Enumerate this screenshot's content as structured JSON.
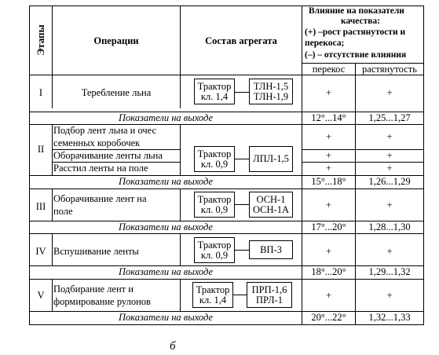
{
  "header": {
    "stages": "Этапы",
    "operations": "Операции",
    "unit": "Состав агрегата",
    "influence_lines": [
      "Влияние на показатели",
      "качества:",
      "(+) –рост растянутости и",
      "перекоса;",
      "(–) – отсутствие влияния"
    ],
    "skew": "перекос",
    "stretch": "растянутость"
  },
  "output_label": "Показатели на выходе",
  "stages": [
    {
      "stage": "I",
      "operations": [
        "Теребление льна"
      ],
      "tractor": [
        "Трактор",
        "кл. 1,4"
      ],
      "machine": [
        "ТЛН-1,5",
        "ТЛН-1,9"
      ],
      "marks": [
        [
          "+",
          "+"
        ]
      ],
      "output": {
        "skew": "12°...14°",
        "stretch": "1,25...1,27"
      }
    },
    {
      "stage": "II",
      "operations": [
        "Подбор лент льна и очес семенных коробочек",
        "Оборачивание ленты льна",
        "Расстил ленты на поле"
      ],
      "operation_lines": [
        [
          "Подбор лент льна и очес",
          "семенных коробочек"
        ],
        [
          "Оборачивание ленты льна"
        ],
        [
          "Расстил ленты на поле"
        ]
      ],
      "tractor": [
        "Трактор",
        "кл. 0,9"
      ],
      "machine": [
        "ЛПЛ-1,5"
      ],
      "marks": [
        [
          "+",
          "+"
        ],
        [
          "+",
          "+"
        ],
        [
          "+",
          "+"
        ]
      ],
      "output": {
        "skew": "15°...18°",
        "stretch": "1,26...1,29"
      }
    },
    {
      "stage": "III",
      "operation_lines": [
        [
          "Оборачивание лент на",
          "поле"
        ]
      ],
      "tractor": [
        "Трактор",
        "кл. 0,9"
      ],
      "machine": [
        "ОСН-1",
        "ОСН-1А"
      ],
      "marks": [
        [
          "+",
          "+"
        ]
      ],
      "output": {
        "skew": "17°...20°",
        "stretch": "1,28...1,30"
      }
    },
    {
      "stage": "IV",
      "operation_lines": [
        [
          "Вспушивание ленты"
        ]
      ],
      "tractor": [
        "Трактор",
        "кл. 0,9"
      ],
      "machine": [
        "ВП-3"
      ],
      "marks": [
        [
          "+",
          "+"
        ]
      ],
      "output": {
        "skew": "18°...20°",
        "stretch": "1,29...1,32"
      }
    },
    {
      "stage": "V",
      "operation_lines": [
        [
          "Подбирание лент и",
          "формирование рулонов"
        ]
      ],
      "tractor": [
        "Трактор",
        "кл. 1,4"
      ],
      "machine": [
        "ПРП-1,6",
        "ПРЛ-1"
      ],
      "marks": [
        [
          "+",
          "+"
        ]
      ],
      "output": {
        "skew": "20°...22°",
        "stretch": "1,32...1,33"
      }
    }
  ],
  "caption": "б"
}
